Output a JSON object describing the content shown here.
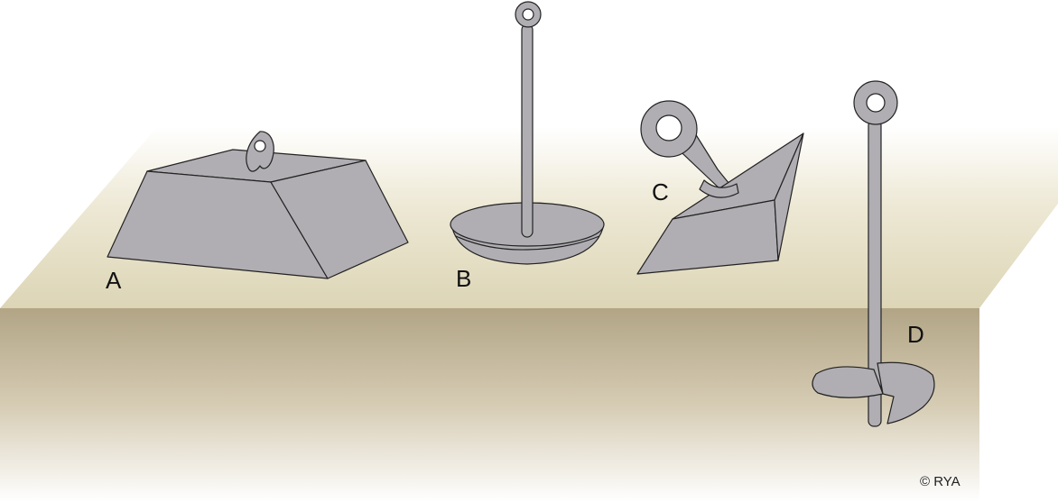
{
  "labels": {
    "a": "A",
    "b": "B",
    "c": "C",
    "d": "D"
  },
  "copyright": "© RYA",
  "colors": {
    "metal": "#b0aeb3",
    "outline": "#222222",
    "ground_surface_top": "#e4ddc2",
    "ground_section_top": "#b5a88a",
    "ground_section_bottom": "#ffffff"
  }
}
